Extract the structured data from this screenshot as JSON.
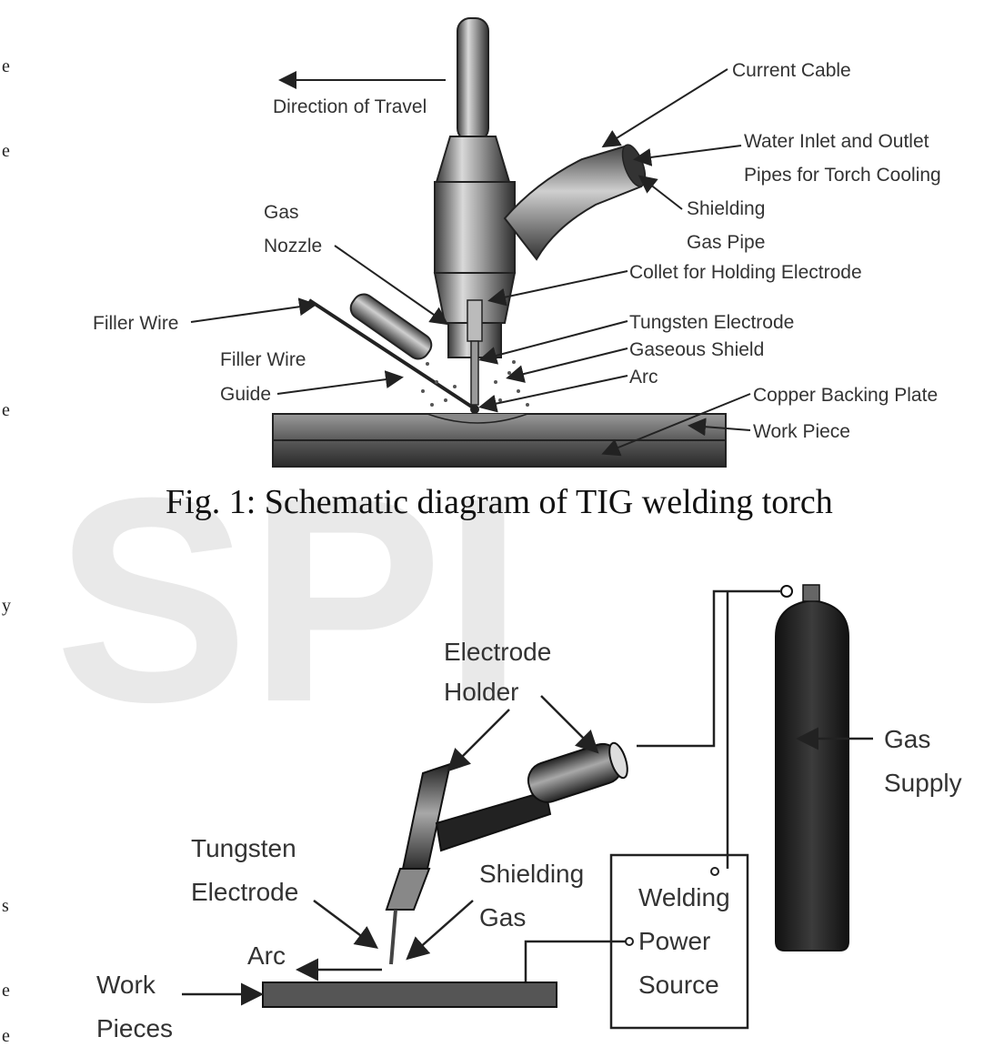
{
  "figure1": {
    "labels": {
      "direction_of_travel": "Direction of Travel",
      "current_cable": "Current Cable",
      "water_inlet_line1": "Water Inlet and Outlet",
      "water_inlet_line2": "Pipes for Torch Cooling",
      "shielding_gas_pipe_line1": "Shielding",
      "shielding_gas_pipe_line2": "Gas Pipe",
      "gas_nozzle_line1": "Gas",
      "gas_nozzle_line2": "Nozzle",
      "collet": "Collet for Holding Electrode",
      "filler_wire": "Filler Wire",
      "filler_wire_guide_line1": "Filler Wire",
      "filler_wire_guide_line2": "Guide",
      "tungsten_electrode": "Tungsten Electrode",
      "gaseous_shield": "Gaseous Shield",
      "arc": "Arc",
      "copper_backing_plate": "Copper Backing Plate",
      "work_piece": "Work Piece"
    },
    "caption": "Fig. 1: Schematic diagram of TIG welding torch"
  },
  "figure2": {
    "labels": {
      "electrode_holder_line1": "Electrode",
      "electrode_holder_line2": "Holder",
      "gas_supply_line1": "Gas",
      "gas_supply_line2": "Supply",
      "tungsten_electrode_line1": "Tungsten",
      "tungsten_electrode_line2": "Electrode",
      "shielding_gas_line1": "Shielding",
      "shielding_gas_line2": "Gas",
      "welding_power_line1": "Welding",
      "welding_power_line2": "Power",
      "welding_power_line3": "Source",
      "arc": "Arc",
      "work_pieces_line1": "Work",
      "work_pieces_line2": "Pieces"
    }
  },
  "watermark": "SPI",
  "left_margin_chars": [
    "e",
    "e",
    "e",
    "y",
    "s",
    "e",
    "e"
  ]
}
